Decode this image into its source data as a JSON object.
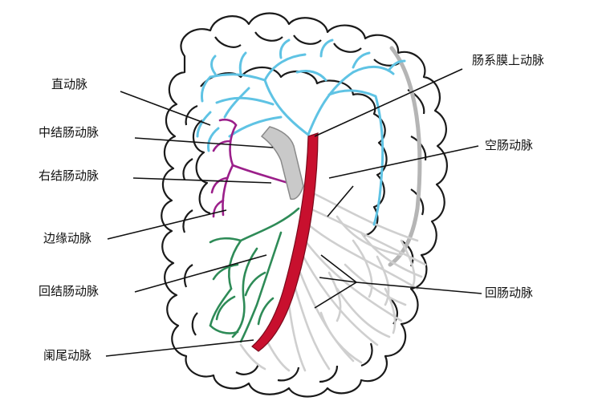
{
  "labels": {
    "straight_arteries": "直动脉",
    "middle_colic": "中结肠动脉",
    "right_colic": "右结肠动脉",
    "marginal": "边缘动脉",
    "ileocolic": "回结肠动脉",
    "appendicular": "阑尾动脉",
    "sma": "肠系膜上动脉",
    "jejunal": "空肠动脉",
    "ileal": "回肠动脉"
  },
  "colors": {
    "colon_outline": "#1a1a1a",
    "middle_colic_vessels": "#5fc3e4",
    "right_colic_vessels": "#9b1f8a",
    "ileocolic_vessels": "#2e8b57",
    "sma_trunk": "#c8102e",
    "small_intestine_vessels": "#cfcfcf",
    "vein": "#b5b5b5"
  }
}
